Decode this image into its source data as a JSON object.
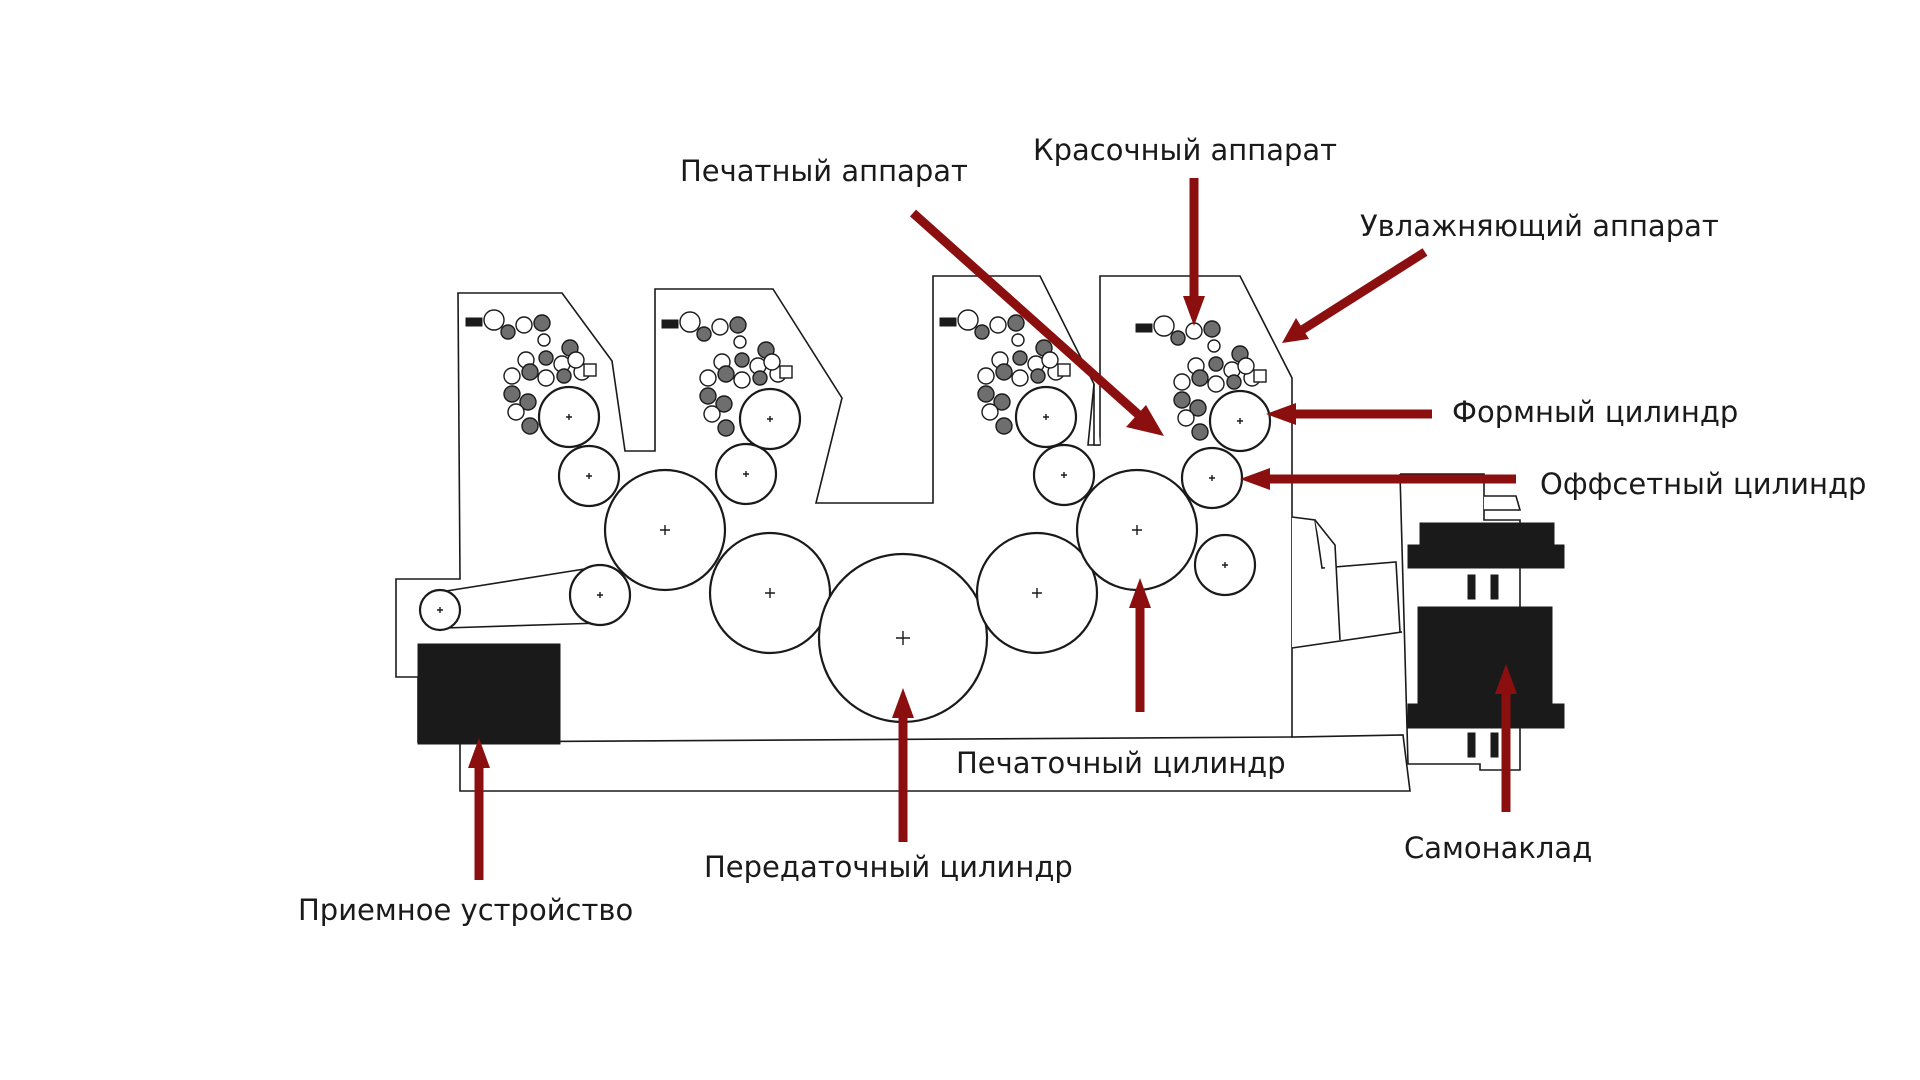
{
  "diagram": {
    "labels": {
      "printing_unit": "Печатный аппарат",
      "inking_unit": "Красочный аппарат",
      "dampening_unit": "Увлажняющий аппарат",
      "plate_cylinder": "Формный цилиндр",
      "offset_cylinder": "Оффсетный  цилиндр",
      "impression_cylinder": "Печаточный цилиндр",
      "feeder": "Самонаклад",
      "transfer_cylinder": "Передаточный цилиндр",
      "delivery_unit": "Приемное устройство"
    },
    "colors": {
      "arrow": "#8b0f0f",
      "line": "#1a1a1a",
      "dark_roller": "#6e6e6e",
      "background": "#ffffff"
    }
  }
}
